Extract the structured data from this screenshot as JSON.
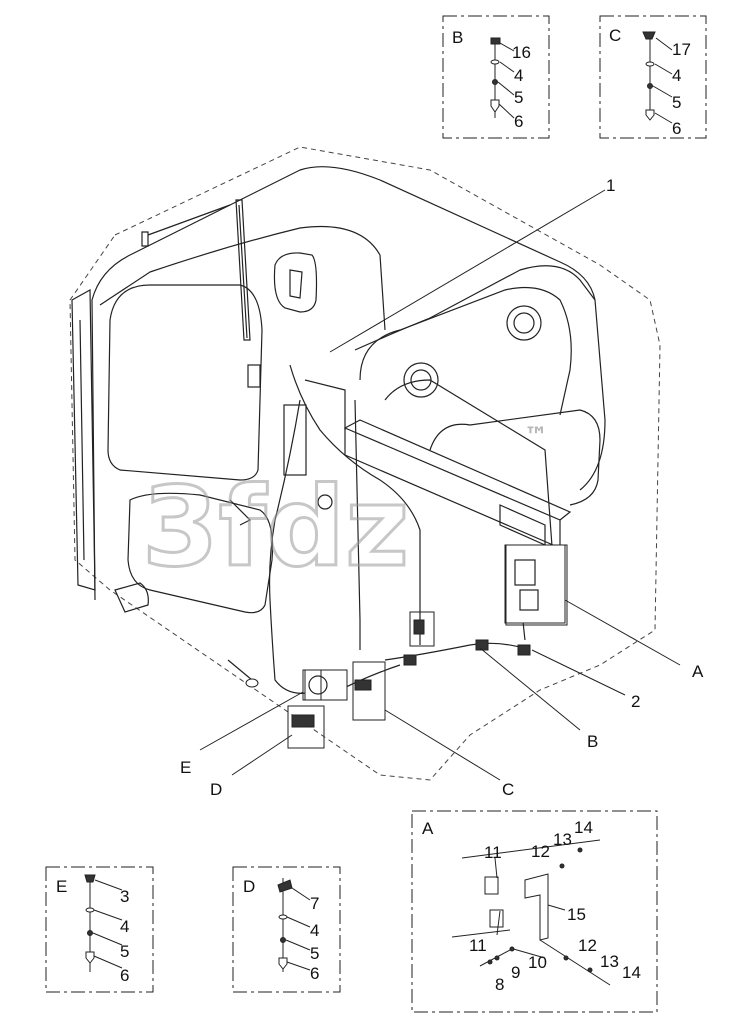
{
  "watermark": {
    "text": "3fdz",
    "trademark": "™"
  },
  "callouts": {
    "c1": "1",
    "c2": "2",
    "cA": "A",
    "cB": "B",
    "cC": "C",
    "cD": "D",
    "cE": "E"
  },
  "detail_B": {
    "title": "B",
    "labels": [
      "16",
      "4",
      "5",
      "6"
    ]
  },
  "detail_C": {
    "title": "C",
    "labels": [
      "17",
      "4",
      "5",
      "6"
    ]
  },
  "detail_E": {
    "title": "E",
    "labels": [
      "3",
      "4",
      "5",
      "6"
    ]
  },
  "detail_D": {
    "title": "D",
    "labels": [
      "7",
      "4",
      "5",
      "6"
    ]
  },
  "detail_A": {
    "title": "A",
    "labels": {
      "l11a": "11",
      "l12a": "12",
      "l13a": "13",
      "l14a": "14",
      "l15": "15",
      "l11b": "11",
      "l12b": "12",
      "l13b": "13",
      "l14b": "14",
      "l8": "8",
      "l9": "9",
      "l10": "10"
    }
  }
}
